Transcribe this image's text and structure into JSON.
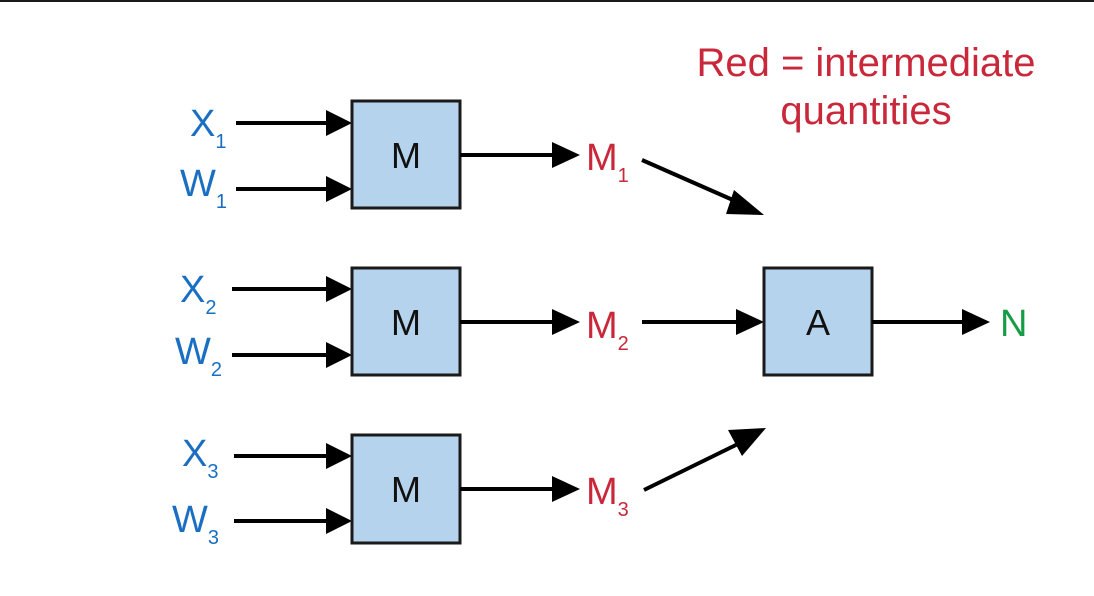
{
  "colors": {
    "input": "#1a6fc2",
    "intermediate": "#c8283a",
    "output": "#169c45",
    "box_fill": "#b5d3ec"
  },
  "note": {
    "line1": "Red = intermediate",
    "line2": "quantities"
  },
  "rows": [
    {
      "x_main": "X",
      "x_sub": "1",
      "w_main": "W",
      "w_sub": "1",
      "box": "M",
      "m_main": "M",
      "m_sub": "1"
    },
    {
      "x_main": "X",
      "x_sub": "2",
      "w_main": "W",
      "w_sub": "2",
      "box": "M",
      "m_main": "M",
      "m_sub": "2"
    },
    {
      "x_main": "X",
      "x_sub": "3",
      "w_main": "W",
      "w_sub": "3",
      "box": "M",
      "m_main": "M",
      "m_sub": "3"
    }
  ],
  "aggregator": {
    "box": "A"
  },
  "output": {
    "label": "N"
  }
}
